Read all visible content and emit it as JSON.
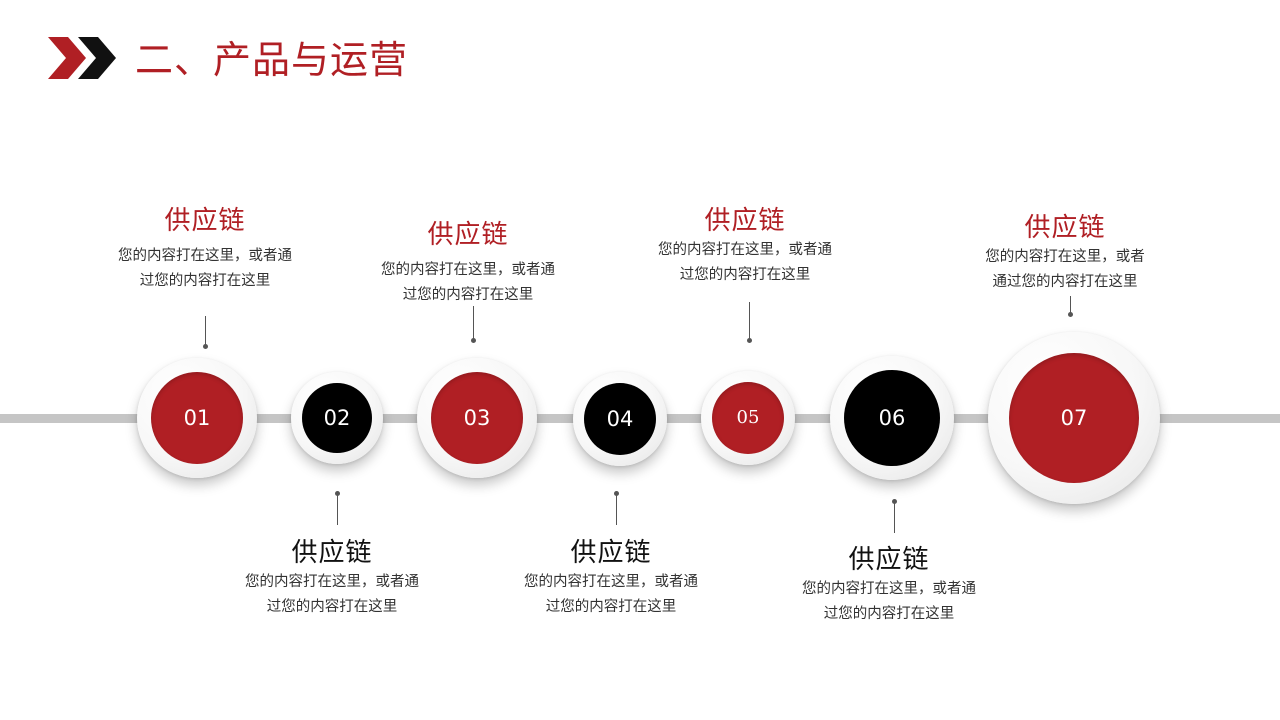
{
  "header": {
    "title": "二、产品与运营",
    "logo_icon": "double-chevron-icon",
    "accent_color": "#b01f24",
    "secondary_color": "#000000"
  },
  "timeline": {
    "nodes": [
      {
        "number": "01",
        "color": "red"
      },
      {
        "number": "02",
        "color": "black"
      },
      {
        "number": "03",
        "color": "red"
      },
      {
        "number": "04",
        "color": "black"
      },
      {
        "number": "05",
        "color": "red"
      },
      {
        "number": "06",
        "color": "black"
      },
      {
        "number": "07",
        "color": "red"
      }
    ],
    "labels": [
      {
        "heading": "供应链",
        "line1": "您的内容打在这里，或者通",
        "line2": "过您的内容打在这里"
      },
      {
        "heading": "供应链",
        "line1": "您的内容打在这里，或者通",
        "line2": "过您的内容打在这里"
      },
      {
        "heading": "供应链",
        "line1": "您的内容打在这里，或者通",
        "line2": "过您的内容打在这里"
      },
      {
        "heading": "供应链",
        "line1": "您的内容打在这里，或者通",
        "line2": "过您的内容打在这里"
      },
      {
        "heading": "供应链",
        "line1": "您的内容打在这里，或者通",
        "line2": "过您的内容打在这里"
      },
      {
        "heading": "供应链",
        "line1": "您的内容打在这里，或者通",
        "line2": "过您的内容打在这里"
      },
      {
        "heading": "供应链",
        "line1": "您的内容打在这里，或者",
        "line2": "通过您的内容打在这里"
      }
    ]
  }
}
